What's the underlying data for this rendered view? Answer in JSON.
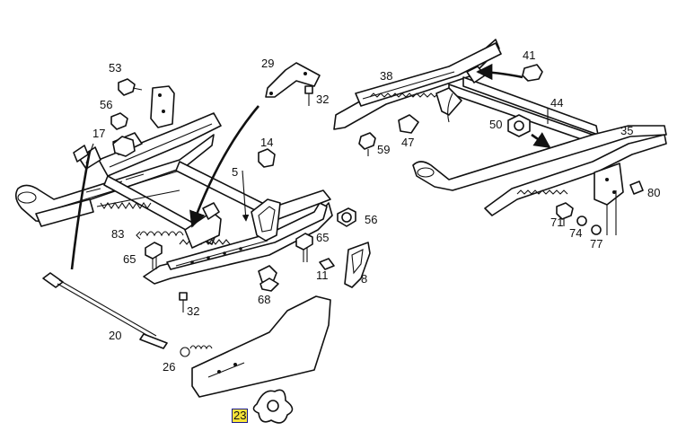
{
  "highlight_color": "#f6e33a",
  "highlight_border": "#1a1a8c",
  "callouts": {
    "c53": "53",
    "c56a": "56",
    "c17": "17",
    "c29": "29",
    "c32a": "32",
    "c14": "14",
    "c5": "5",
    "c83": "83",
    "c65a": "65",
    "c65b": "65",
    "c56b": "56",
    "c11": "11",
    "c8": "8",
    "c68": "68",
    "c32b": "32",
    "c20": "20",
    "c26": "26",
    "c23": "23",
    "c41": "41",
    "c38": "38",
    "c44": "44",
    "c47": "47",
    "c59": "59",
    "c50": "50",
    "c35": "35",
    "c80": "80",
    "c71": "71",
    "c74": "74",
    "c77": "77"
  },
  "selected_callout": "23"
}
